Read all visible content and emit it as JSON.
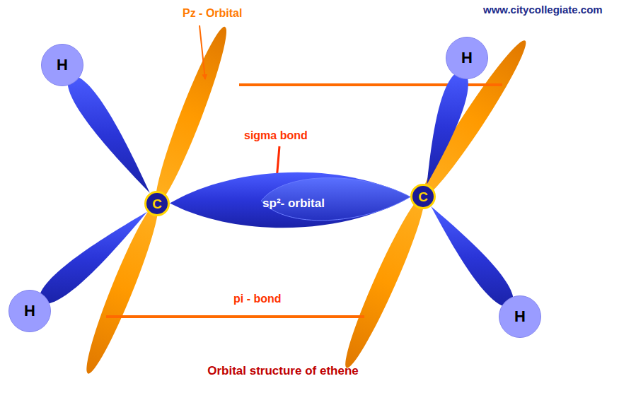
{
  "diagram": {
    "caption": "Orbital structure of ethene",
    "nodes": [
      {
        "text": [
          "H"
        ]
      },
      {
        "text": [
          "H"
        ]
      },
      {
        "text": [
          "C"
        ]
      },
      {
        "text": [
          "C"
        ]
      },
      {
        "text": [
          "H"
        ]
      },
      {
        "text": [
          "H"
        ]
      }
    ],
    "edges": [
      {
        "from": 2,
        "to": 0,
        "arrow": "none"
      },
      {
        "from": 2,
        "to": 4,
        "arrow": "none"
      },
      {
        "from": 3,
        "to": 1,
        "arrow": "none"
      },
      {
        "from": 3,
        "to": 5,
        "arrow": "none"
      },
      {
        "from": 2,
        "to": 3,
        "arrow": "none"
      }
    ],
    "labels": [
      "www.citycollegiate.com",
      "Pz - Orbital",
      "sigma bond",
      "sp²- orbital",
      "pi - bond"
    ]
  }
}
